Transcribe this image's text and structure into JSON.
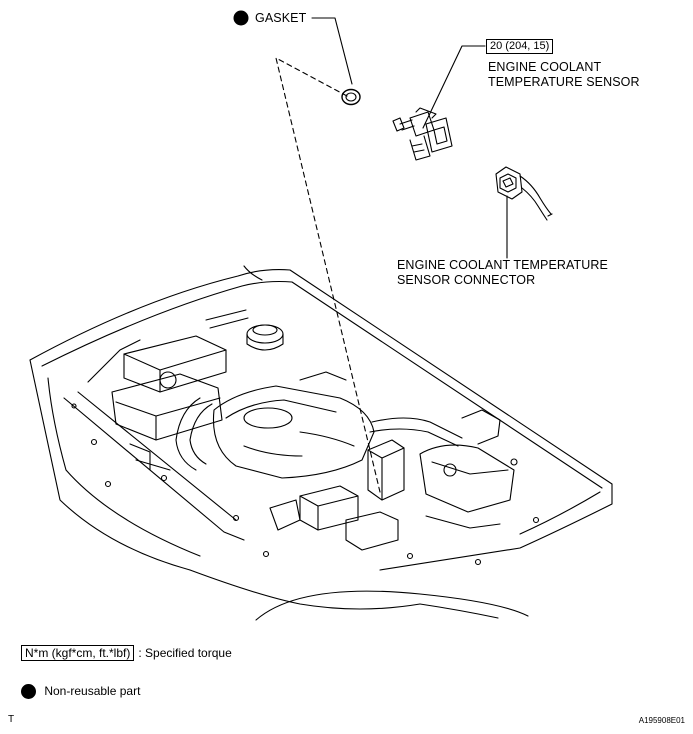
{
  "callouts": {
    "gasket": "GASKET",
    "torque_value": "20 (204, 15)",
    "sensor_line1": "ENGINE COOLANT",
    "sensor_line2": "TEMPERATURE SENSOR",
    "connector_line1": "ENGINE COOLANT TEMPERATURE",
    "connector_line2": "SENSOR CONNECTOR"
  },
  "legend": {
    "torque_unit": "N*m (kgf*cm, ft.*lbf)",
    "torque_desc": ": Specified torque",
    "nonreusable_desc": "Non-reusable part"
  },
  "footer": {
    "left_mark": "T",
    "figure_id": "A195908E01"
  }
}
